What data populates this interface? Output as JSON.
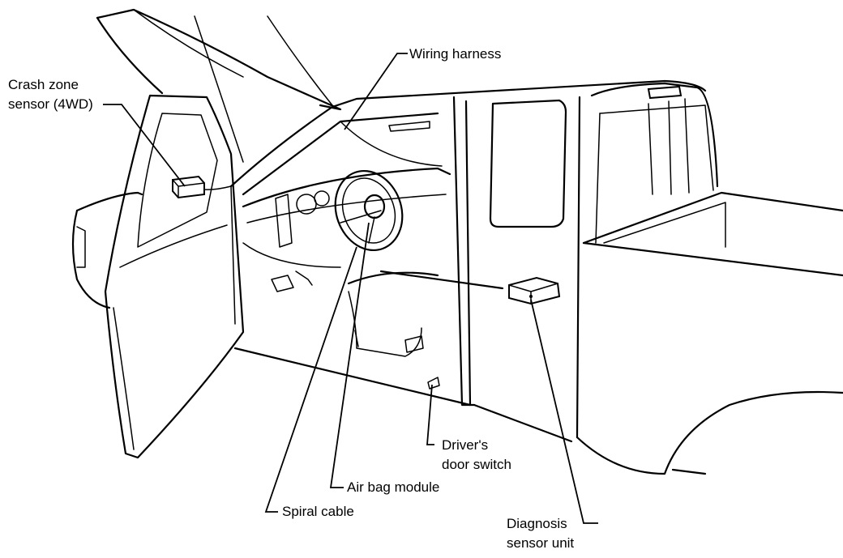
{
  "diagram": {
    "labels": {
      "wiring_harness": "Wiring harness",
      "crash_zone_sensor_line1": "Crash zone",
      "crash_zone_sensor_line2": "sensor (4WD)",
      "drivers_door_switch_line1": "Driver's",
      "drivers_door_switch_line2": "door switch",
      "air_bag_module": "Air bag module",
      "spiral_cable": "Spiral cable",
      "diagnosis_sensor_unit_line1": "Diagnosis",
      "diagnosis_sensor_unit_line2": "sensor unit"
    }
  }
}
